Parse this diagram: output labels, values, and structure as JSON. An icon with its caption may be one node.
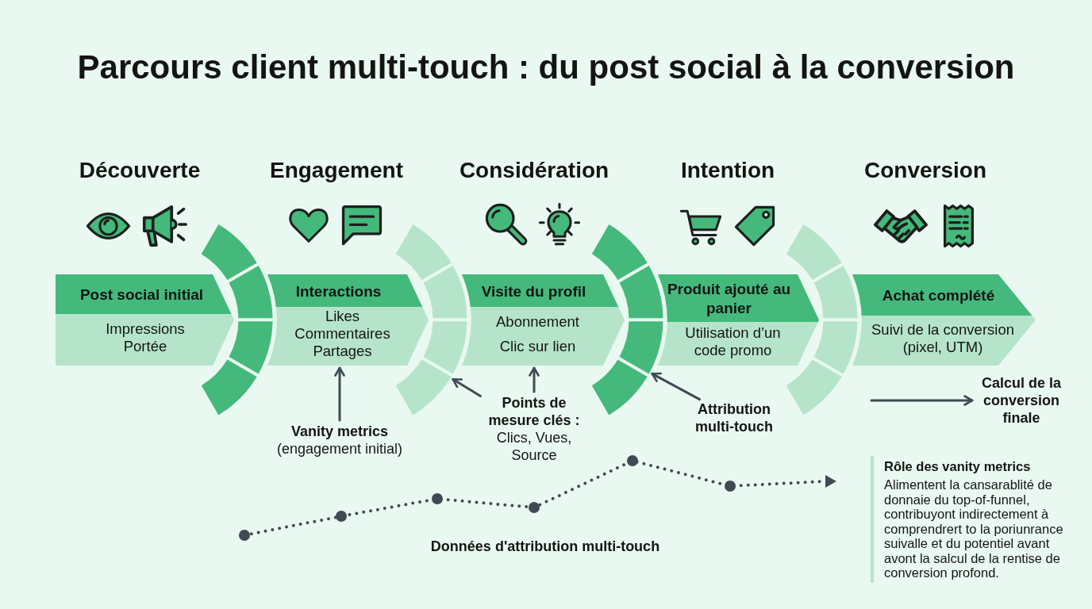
{
  "diagram": {
    "title": "Parcours client multi-touch : du post social à la conversion",
    "nodes": [
      {
        "text": [
          "Post social initial",
          "Impressions",
          "Portée"
        ]
      },
      {
        "text": [],
        "shape": "arc"
      },
      {
        "text": [
          "Interactions",
          "Likes",
          "Commentaires",
          "Partages"
        ]
      },
      {
        "text": [],
        "shape": "arc"
      },
      {
        "text": [
          "Visite du profil",
          "Abonnement",
          "Clic sur lien"
        ]
      },
      {
        "text": [],
        "shape": "arc"
      },
      {
        "text": [
          "Produit ajouté au panier",
          "Utilisation d’un code promo"
        ]
      },
      {
        "text": [],
        "shape": "arc"
      },
      {
        "text": [
          "Achat complété",
          "Suivi de la conversion (pixel, UTM)"
        ]
      },
      {
        "text": [
          "Vanity metrics",
          "(engagement initial)"
        ]
      },
      {
        "text": [
          "Points de mesure clés :",
          "Clics, Vues, Source"
        ]
      },
      {
        "text": [
          "Attribution multi-touch"
        ]
      },
      {
        "text": [
          "Calcul de la conversion finale"
        ]
      }
    ],
    "edges": [
      {
        "from": 9,
        "to": 2,
        "arrow": "to"
      },
      {
        "from": 10,
        "to": 3,
        "arrow": "to"
      },
      {
        "from": 10,
        "to": 4,
        "arrow": "to"
      },
      {
        "from": 11,
        "to": 5,
        "arrow": "to"
      },
      {
        "from": null,
        "to": 12,
        "arrow": "to"
      }
    ],
    "labels": [
      "Découverte",
      "Engagement",
      "Considération",
      "Intention",
      "Conversion",
      "Données d'attribution multi-touch",
      "Rôle des vanity metrics",
      "Alimentent la cansarablité de donnaie du top-of-funnel, contribuyont indirectement à comprendrert to la poriunrance suivalle et du potentiel avant avont la salcul de la rentise de conversion profond."
    ]
  }
}
